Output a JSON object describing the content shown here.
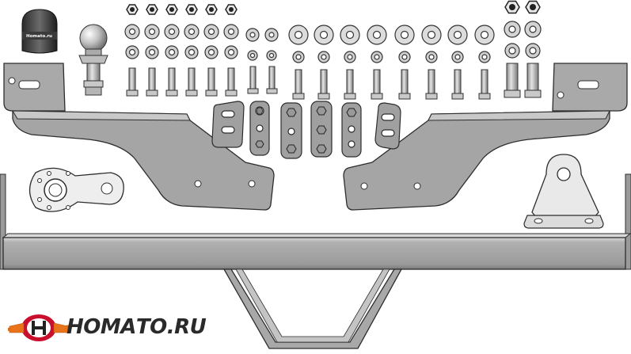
{
  "brand": {
    "logo_text": "НОМАТО.RU",
    "logo_letter": "H",
    "colors": {
      "red": "#c8102e",
      "orange": "#e8731a",
      "dark": "#2a2a2a"
    }
  },
  "ball_cover_label": "Homato.ru",
  "colors": {
    "steel": "#a7a7a7",
    "steel_light": "#d5d5d5",
    "steel_dark": "#6f6f6f",
    "outline": "#2d2d2d",
    "hardware": "#c9c9c9"
  }
}
